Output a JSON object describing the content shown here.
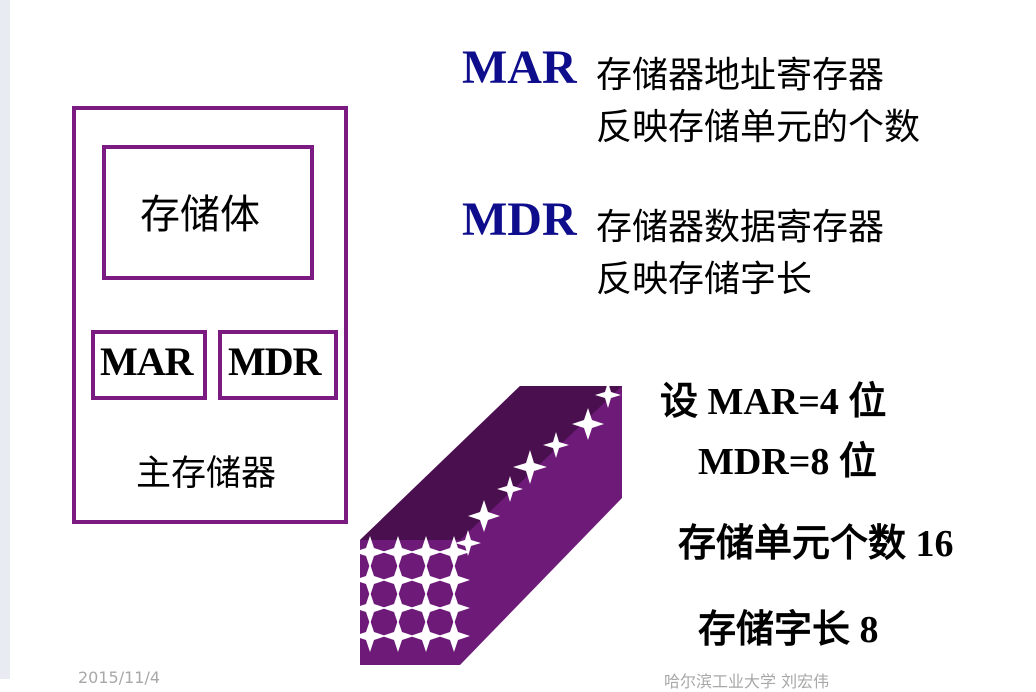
{
  "diagram": {
    "storage_label": "存储体",
    "mar_label": "MAR",
    "mdr_label": "MDR",
    "main_memory_label": "主存储器"
  },
  "definitions": [
    {
      "name": "MAR",
      "line1": "存储器地址寄存器",
      "line2": "反映存储单元的个数"
    },
    {
      "name": "MDR",
      "line1": "存储器数据寄存器",
      "line2": "反映存储字长"
    }
  ],
  "example": {
    "line1": "设 MAR=4 位",
    "line2": "MDR=8 位",
    "line3": "存储单元个数 16",
    "line4": "存储字长 8"
  },
  "footer": {
    "date": "2015/11/4",
    "author": "哈尔滨工业大学 刘宏伟"
  },
  "colors": {
    "box_border": "#7b1a80",
    "register_name": "#0e0e8c",
    "decoration_dark": "#4a0f4f",
    "decoration_light": "#6d1a78"
  }
}
